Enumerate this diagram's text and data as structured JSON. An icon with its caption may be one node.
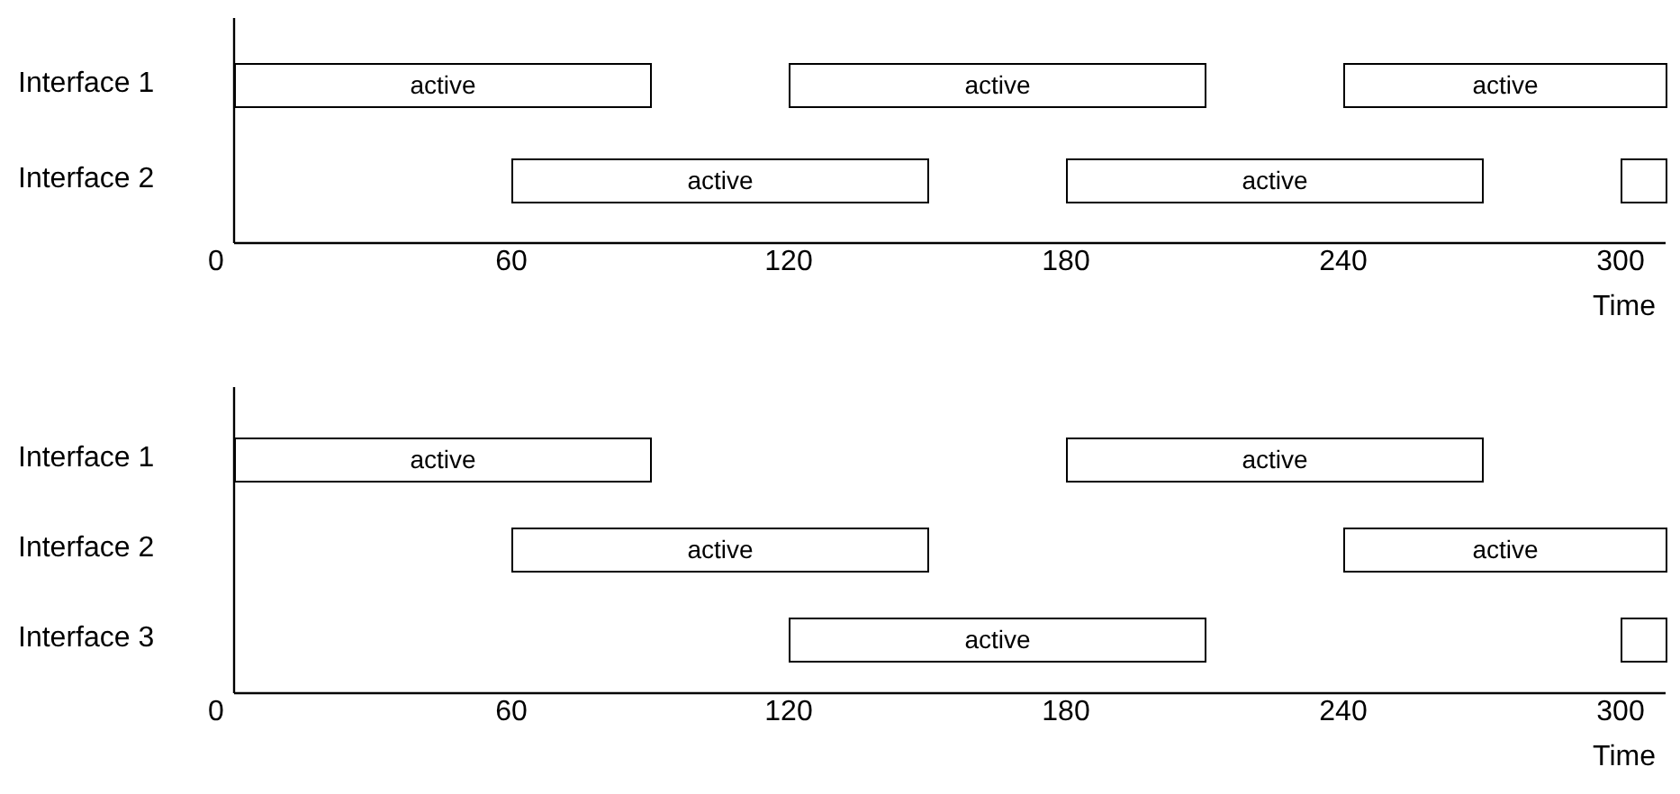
{
  "diagram": {
    "nodes": [
      {
        "text": [
          "active"
        ]
      },
      {
        "text": [
          "active"
        ]
      },
      {
        "text": [
          "active"
        ]
      },
      {
        "text": [
          "active"
        ]
      },
      {
        "text": [
          "active"
        ]
      },
      {
        "text": [],
        "shape": "box"
      },
      {
        "text": [
          "active"
        ]
      },
      {
        "text": [
          "active"
        ]
      },
      {
        "text": [
          "active"
        ]
      },
      {
        "text": [
          "active"
        ]
      },
      {
        "text": [
          "active"
        ]
      },
      {
        "text": [],
        "shape": "box"
      }
    ],
    "labels": [
      "Interface 1",
      "Interface 2",
      "0",
      "60",
      "120",
      "180",
      "240",
      "300",
      "Time",
      "Interface 1",
      "Interface 2",
      "Interface 3",
      "0",
      "60",
      "120",
      "180",
      "240",
      "300",
      "Time"
    ]
  }
}
